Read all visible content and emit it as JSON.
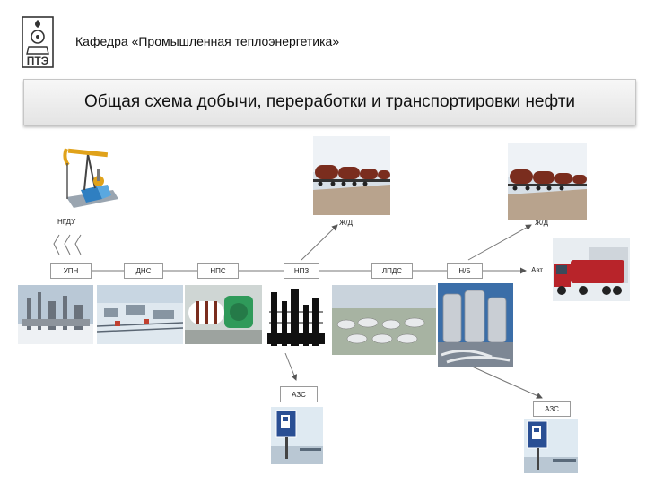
{
  "header": {
    "department": "Кафедра «Промышленная теплоэнергетика»",
    "logo_text": "ПТЭ"
  },
  "title": "Общая схема добычи, переработки и транспортировки нефти",
  "nodes": {
    "ngdu": "НГДУ",
    "upn": "УПН",
    "dns": "ДНС",
    "nps": "НПС",
    "npz": "НПЗ",
    "lpds": "ЛПДС",
    "nb": "Н/Б",
    "azs1": "АЗС",
    "azs2": "АЗС"
  },
  "labels": {
    "rail1": "Ж/Д",
    "rail2": "Ж/Д",
    "auto": "Авт."
  },
  "colors": {
    "arrow": "#555555",
    "title_bg": "#ededed"
  }
}
